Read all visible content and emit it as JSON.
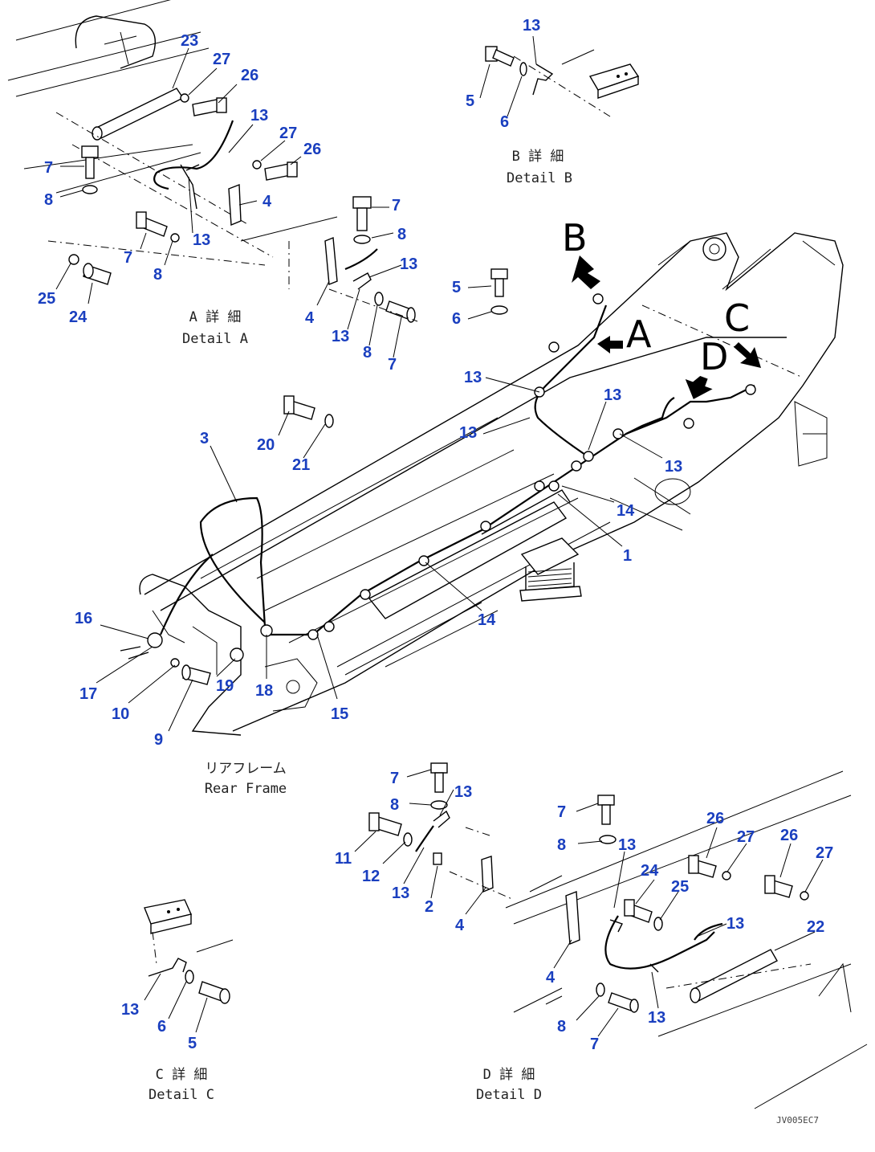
{
  "callouts": [
    {
      "t": "23"
    },
    {
      "t": "27"
    },
    {
      "t": "26"
    },
    {
      "t": "13"
    },
    {
      "t": "27"
    },
    {
      "t": "26"
    },
    {
      "t": "7"
    },
    {
      "t": "8"
    },
    {
      "t": "4"
    },
    {
      "t": "13"
    },
    {
      "t": "7"
    },
    {
      "t": "8"
    },
    {
      "t": "25"
    },
    {
      "t": "24"
    },
    {
      "t": "13"
    },
    {
      "t": "5"
    },
    {
      "t": "6"
    },
    {
      "t": "7"
    },
    {
      "t": "8"
    },
    {
      "t": "13"
    },
    {
      "t": "4"
    },
    {
      "t": "13"
    },
    {
      "t": "8"
    },
    {
      "t": "7"
    },
    {
      "t": "5"
    },
    {
      "t": "6"
    },
    {
      "t": "13"
    },
    {
      "t": "13"
    },
    {
      "t": "13"
    },
    {
      "t": "13"
    },
    {
      "t": "14"
    },
    {
      "t": "1"
    },
    {
      "t": "14"
    },
    {
      "t": "20"
    },
    {
      "t": "21"
    },
    {
      "t": "3"
    },
    {
      "t": "16"
    },
    {
      "t": "17"
    },
    {
      "t": "10"
    },
    {
      "t": "9"
    },
    {
      "t": "19"
    },
    {
      "t": "18"
    },
    {
      "t": "15"
    },
    {
      "t": "7"
    },
    {
      "t": "13"
    },
    {
      "t": "8"
    },
    {
      "t": "11"
    },
    {
      "t": "12"
    },
    {
      "t": "13"
    },
    {
      "t": "2"
    },
    {
      "t": "4"
    },
    {
      "t": "7"
    },
    {
      "t": "8"
    },
    {
      "t": "13"
    },
    {
      "t": "24"
    },
    {
      "t": "25"
    },
    {
      "t": "26"
    },
    {
      "t": "27"
    },
    {
      "t": "26"
    },
    {
      "t": "27"
    },
    {
      "t": "13"
    },
    {
      "t": "22"
    },
    {
      "t": "4"
    },
    {
      "t": "8"
    },
    {
      "t": "7"
    },
    {
      "t": "13"
    },
    {
      "t": "13"
    },
    {
      "t": "6"
    },
    {
      "t": "5"
    }
  ],
  "views": {
    "a": {
      "letter": "A"
    },
    "b": {
      "letter": "B"
    },
    "c": {
      "letter": "C"
    },
    "d": {
      "letter": "D"
    }
  },
  "captions": {
    "detail_b_jp": "B 詳 細",
    "detail_b_en": "Detail B",
    "detail_a_jp": "A 詳 細",
    "detail_a_en": "Detail A",
    "rear_frame_jp": "リアフレーム",
    "rear_frame_en": "Rear Frame",
    "detail_c_jp": "C 詳 細",
    "detail_c_en": "Detail C",
    "detail_d_jp": "D 詳 細",
    "detail_d_en": "Detail D"
  },
  "drawing_code": "JV005EC7",
  "colors": {
    "callout": "#1a3fbf",
    "line": "#000000",
    "background": "#ffffff"
  }
}
